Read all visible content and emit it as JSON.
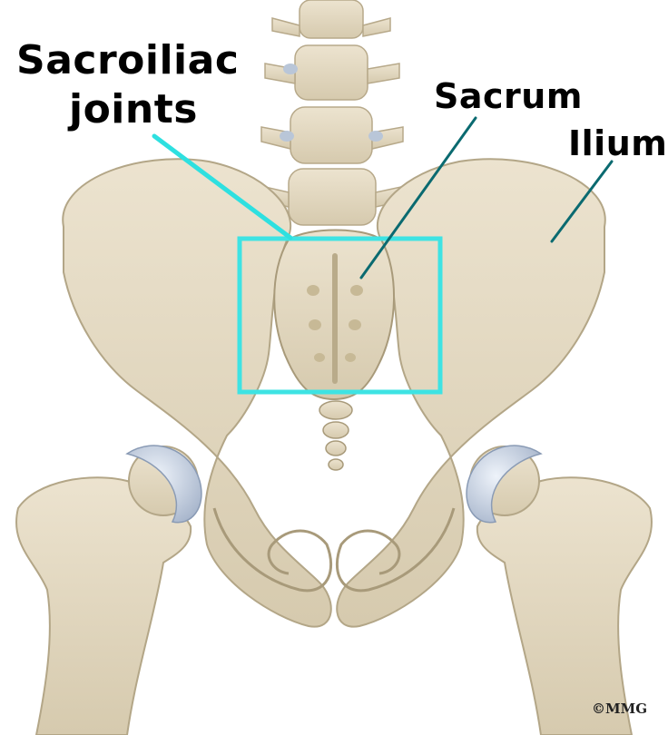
{
  "labels": {
    "sacroiliac_line1": "Sacroiliac",
    "sacroiliac_line2": "joints",
    "sacrum": "Sacrum",
    "ilium": "Ilium"
  },
  "copyright": "©MMG",
  "colors": {
    "bone": "#e4dac4",
    "bone_shade": "#c9bda1",
    "cartilage": "#b9c6d8",
    "highlight_box": "#3ee3e3",
    "leader_sacroiliac": "#2ee0e0",
    "leader_dark": "#0a6a70"
  }
}
